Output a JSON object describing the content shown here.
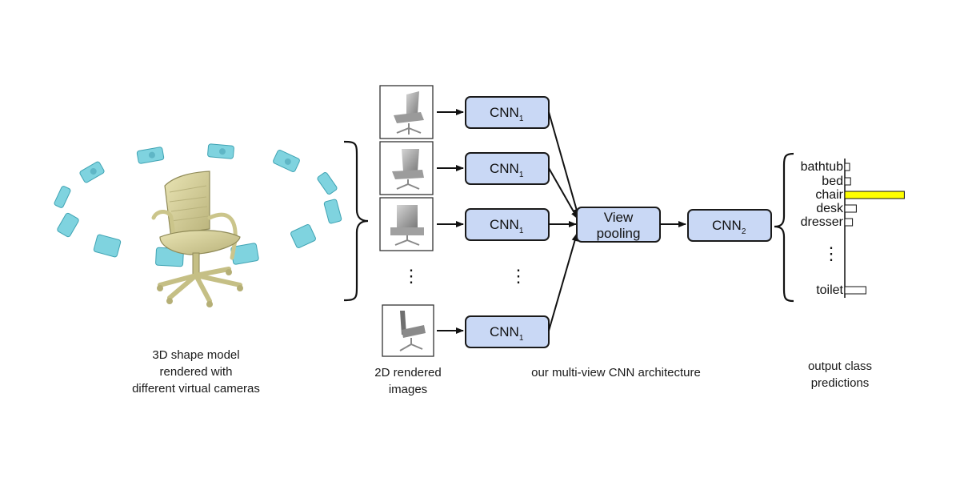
{
  "captions": {
    "model_line1": "3D shape model",
    "model_line2": "rendered with",
    "model_line3": "different virtual cameras",
    "images_line1": "2D rendered",
    "images_line2": "images",
    "architecture": "our multi-view CNN architecture",
    "output_line1": "output class",
    "output_line2": "predictions"
  },
  "cnn1": {
    "label": "CNN",
    "subscript": "1"
  },
  "view_pooling": {
    "line1": "View",
    "line2": "pooling"
  },
  "cnn2": {
    "label": "CNN",
    "subscript": "2"
  },
  "ellipsis": "⋮",
  "classes": [
    {
      "name": "bathtub",
      "score": 0.05
    },
    {
      "name": "bed",
      "score": 0.06
    },
    {
      "name": "chair",
      "score": 0.62
    },
    {
      "name": "desk",
      "score": 0.12
    },
    {
      "name": "dresser",
      "score": 0.08
    },
    {
      "name": "toilet",
      "score": 0.22
    }
  ],
  "colors": {
    "cnn_fill": "#c9d8f5",
    "highlight_bar": "#ffff00",
    "camera": "#7fd3df",
    "chair_body": "#d8d29a"
  }
}
